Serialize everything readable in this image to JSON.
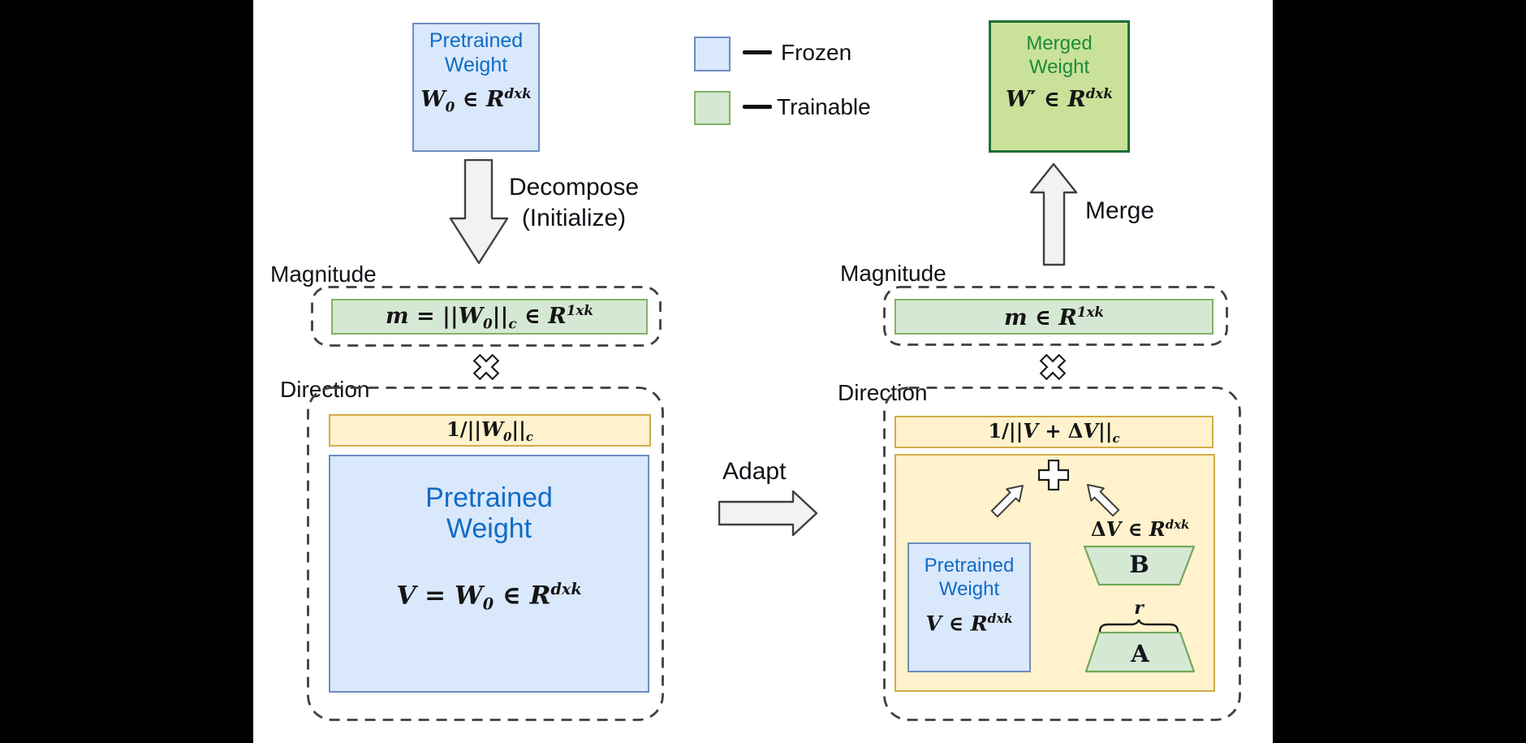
{
  "figure": {
    "legend": {
      "frozen_label": "Frozen",
      "trainable_label": "Trainable"
    },
    "labels": {
      "decompose_line1": "Decompose",
      "decompose_line2": "(Initialize)",
      "merge": "Merge",
      "adapt": "Adapt",
      "left_magnitude": "Magnitude",
      "left_direction": "Direction",
      "right_magnitude": "Magnitude",
      "right_direction": "Direction"
    },
    "boxes": {
      "pretrained_top": {
        "line1": "Pretrained",
        "line2": "Weight"
      },
      "merged": {
        "line1": "Merged",
        "line2": "Weight"
      },
      "left_pretrained": {
        "line1": "Pretrained",
        "line2": "Weight"
      },
      "right_pretrained": {
        "line1": "Pretrained",
        "line2": "Weight"
      },
      "lora_b_label": "B",
      "lora_a_label": "A",
      "rank_label": "r"
    },
    "formulas": {
      "w0": [
        [
          "i",
          "W"
        ],
        [
          "sub",
          "0"
        ],
        [
          "n",
          " ∈ "
        ],
        [
          "i",
          "R"
        ],
        [
          "sup",
          "dxk"
        ]
      ],
      "w_merged": [
        [
          "i",
          "W"
        ],
        [
          "n",
          "′ ∈ "
        ],
        [
          "i",
          "R"
        ],
        [
          "sup",
          "dxk"
        ]
      ],
      "m_init": [
        [
          "i",
          "m"
        ],
        [
          "n",
          " = ||"
        ],
        [
          "i",
          "W"
        ],
        [
          "sub",
          "0"
        ],
        [
          "n",
          "||"
        ],
        [
          "sub",
          "c"
        ],
        [
          "n",
          " ∈ "
        ],
        [
          "i",
          "R"
        ],
        [
          "sup",
          "1xk"
        ]
      ],
      "m": [
        [
          "i",
          "m"
        ],
        [
          "n",
          " ∈ "
        ],
        [
          "i",
          "R"
        ],
        [
          "sup",
          "1xk"
        ]
      ],
      "inv_norm_w0": [
        [
          "n",
          "1/||"
        ],
        [
          "i",
          "W"
        ],
        [
          "sub",
          "0"
        ],
        [
          "n",
          "||"
        ],
        [
          "sub",
          "c"
        ]
      ],
      "inv_norm_vdv": [
        [
          "n",
          "1/||"
        ],
        [
          "i",
          "V"
        ],
        [
          "n",
          " + Δ"
        ],
        [
          "i",
          "V"
        ],
        [
          "n",
          "||"
        ],
        [
          "sub",
          "c"
        ]
      ],
      "v_init": [
        [
          "i",
          "V"
        ],
        [
          "n",
          " = "
        ],
        [
          "i",
          "W"
        ],
        [
          "sub",
          "0"
        ],
        [
          "n",
          " ∈ "
        ],
        [
          "i",
          "R"
        ],
        [
          "sup",
          "dxk"
        ]
      ],
      "v": [
        [
          "i",
          "V"
        ],
        [
          "n",
          " ∈ "
        ],
        [
          "i",
          "R"
        ],
        [
          "sup",
          "dxk"
        ]
      ],
      "delta_v": [
        [
          "n",
          "Δ"
        ],
        [
          "i",
          "V"
        ],
        [
          "n",
          " ∈ "
        ],
        [
          "i",
          "R"
        ],
        [
          "sup",
          "dxk"
        ]
      ]
    },
    "colors": {
      "frozen_fill": "#dae8fc",
      "frozen_stroke": "#6c8ebf",
      "trainable_fill": "#d5e8d4",
      "trainable_stroke": "#82b366",
      "direction_fill": "#fff2cc",
      "direction_stroke": "#d2ac4a",
      "merged_fill": "#c9e198",
      "merged_stroke": "#1e6e35",
      "merged_text": "#1d8a3c",
      "pretrained_text": "#0f6cc4",
      "dashed_stroke": "#3f3f3f",
      "arrow_fill": "#f2f2f2"
    }
  }
}
